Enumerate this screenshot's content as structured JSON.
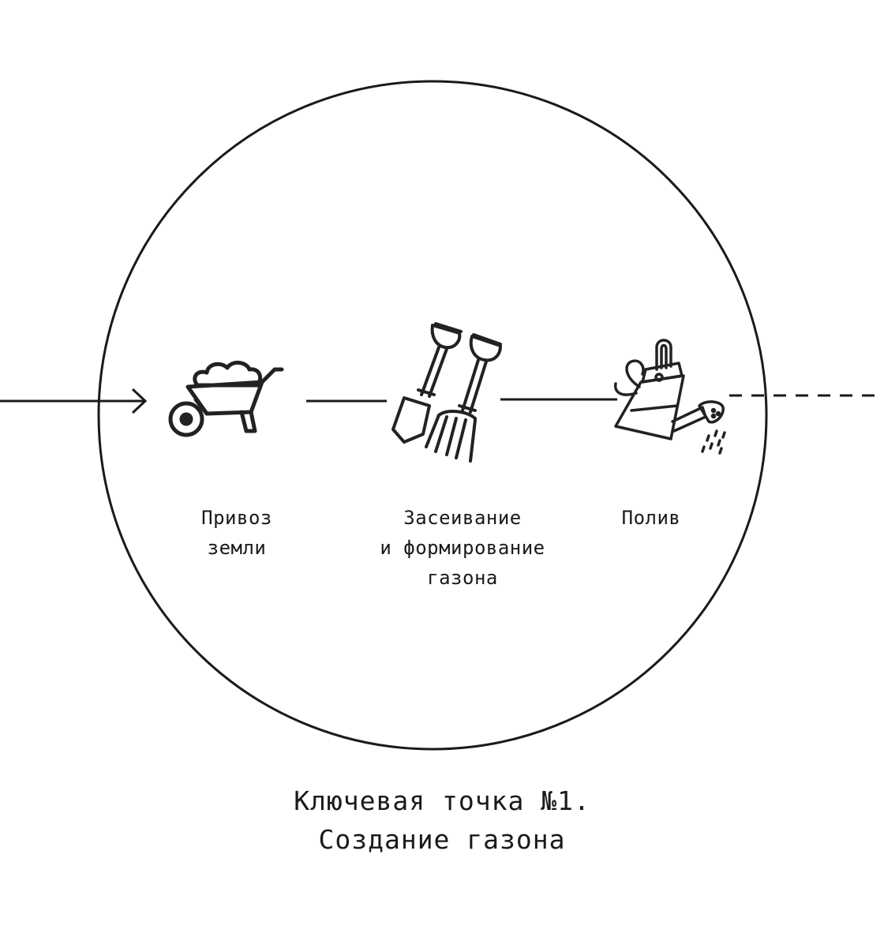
{
  "steps": [
    {
      "id": "delivery",
      "icon": "wheelbarrow-icon",
      "label_lines": [
        "Привоз",
        "земли"
      ]
    },
    {
      "id": "seeding",
      "icon": "shovel-and-pitchfork-icon",
      "label_lines": [
        "Засеивание",
        "и формирование",
        "газона"
      ]
    },
    {
      "id": "watering",
      "icon": "watering-can-icon",
      "label_lines": [
        "Полив"
      ]
    }
  ],
  "caption": {
    "line1": "Ключевая точка №1.",
    "line2": "Создание газона"
  },
  "colors": {
    "stroke": "#1a1a1a",
    "background": "#ffffff"
  }
}
